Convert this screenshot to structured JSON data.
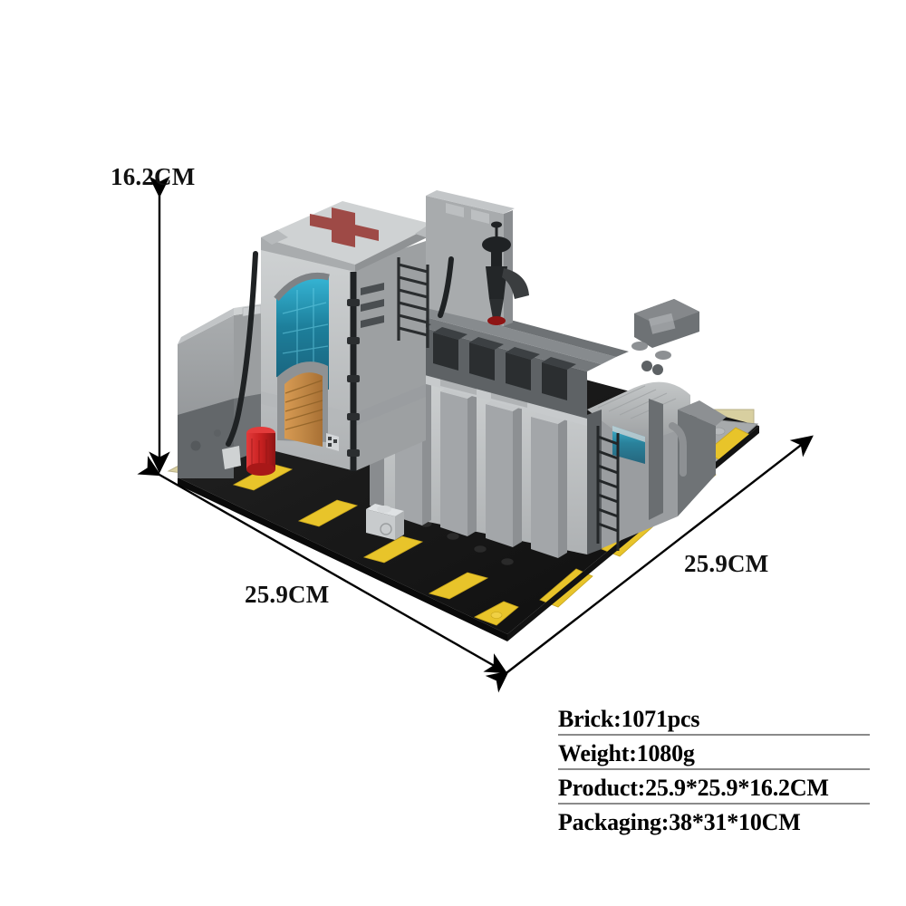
{
  "background_color": "#ffffff",
  "dimensions": {
    "height": {
      "label": "16.2CM",
      "name": "height-dimension"
    },
    "width": {
      "label": "25.9CM",
      "name": "width-dimension"
    },
    "depth": {
      "label": "25.9CM",
      "name": "depth-dimension"
    }
  },
  "specs": {
    "brick": "Brick:1071pcs",
    "weight": "Weight:1080g",
    "product": "Product:25.9*25.9*16.2CM",
    "packaging": "Packaging:38*31*10CM"
  },
  "product": {
    "type": "brick-built model",
    "subject": "medical outpost / bunker building",
    "cross_color": "#9e4a46",
    "window_color": "#2fa8c4",
    "hazard_yellow": "#e8c42a",
    "base_black": "#151515",
    "wall_light_gray": "#b9bcbd",
    "wall_mid_gray": "#8f9294",
    "wall_dark_gray": "#5c6063",
    "barrel_red": "#cf2222",
    "baseplate_tan": "#d8cfa0"
  }
}
